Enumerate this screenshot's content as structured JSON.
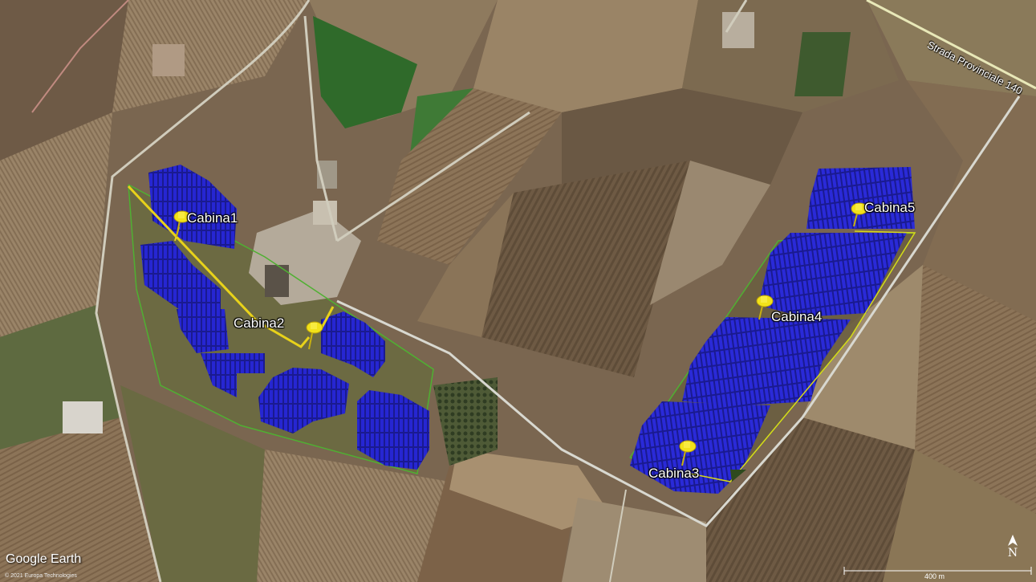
{
  "map": {
    "app": "Google Earth",
    "copyright": "© 2021 Europa Technologies",
    "scale_label": "400 m",
    "north_label": "N",
    "road_label": "Strada Provinciale 140",
    "markers": [
      {
        "id": "cabina1",
        "label": "Cabina1"
      },
      {
        "id": "cabina2",
        "label": "Cabina2"
      },
      {
        "id": "cabina3",
        "label": "Cabina3"
      },
      {
        "id": "cabina4",
        "label": "Cabina4"
      },
      {
        "id": "cabina5",
        "label": "Cabina5"
      }
    ],
    "colors": {
      "panels": "#2222c8",
      "marker": "#f2e21a",
      "cable": "#e8d21a",
      "road": "#d8d8d0",
      "boundary": "#3fa02a"
    }
  }
}
